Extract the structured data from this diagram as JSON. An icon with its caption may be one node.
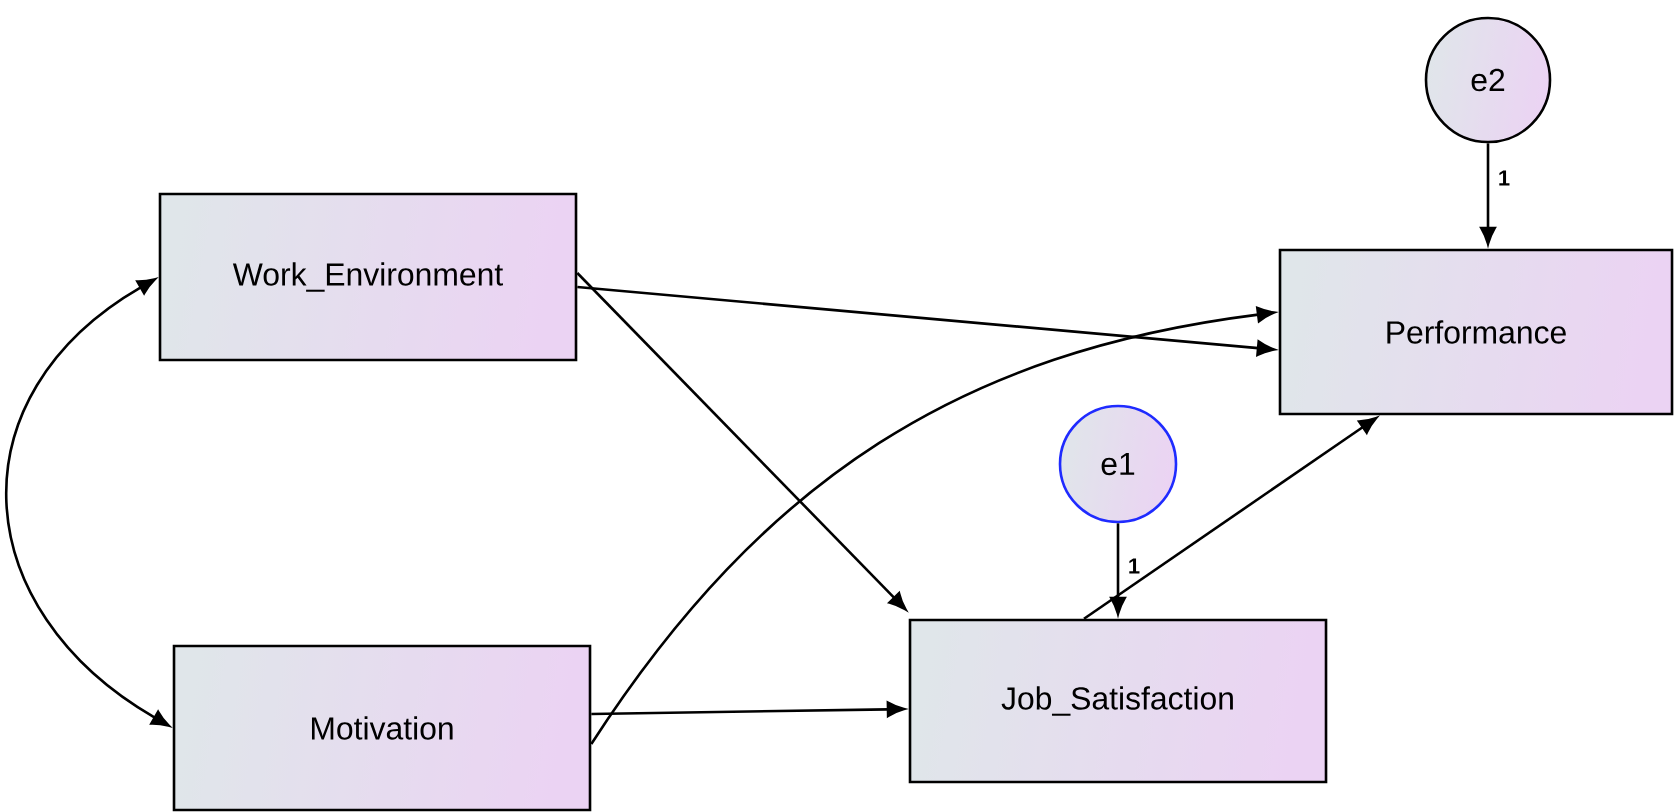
{
  "diagram": {
    "nodes": [
      {
        "text": [
          "Work_Environment"
        ]
      },
      {
        "text": [
          "Motivation"
        ]
      },
      {
        "text": [
          "e2"
        ]
      },
      {
        "text": [
          "Performance"
        ]
      },
      {
        "text": [
          "e1"
        ]
      },
      {
        "text": [
          "Job_Satisfaction"
        ]
      }
    ],
    "edges": [
      {
        "from": 0,
        "to": 1,
        "arrow": "both"
      },
      {
        "from": 0,
        "to": 3,
        "arrow": "to"
      },
      {
        "from": 0,
        "to": 5,
        "arrow": "to"
      },
      {
        "from": 1,
        "to": 3,
        "arrow": "to"
      },
      {
        "from": 1,
        "to": 5,
        "arrow": "to"
      },
      {
        "from": 2,
        "to": 3,
        "arrow": "to",
        "label": "1"
      },
      {
        "from": 4,
        "to": 5,
        "arrow": "to",
        "label": "1"
      },
      {
        "from": 5,
        "to": 3,
        "arrow": "to"
      }
    ]
  }
}
